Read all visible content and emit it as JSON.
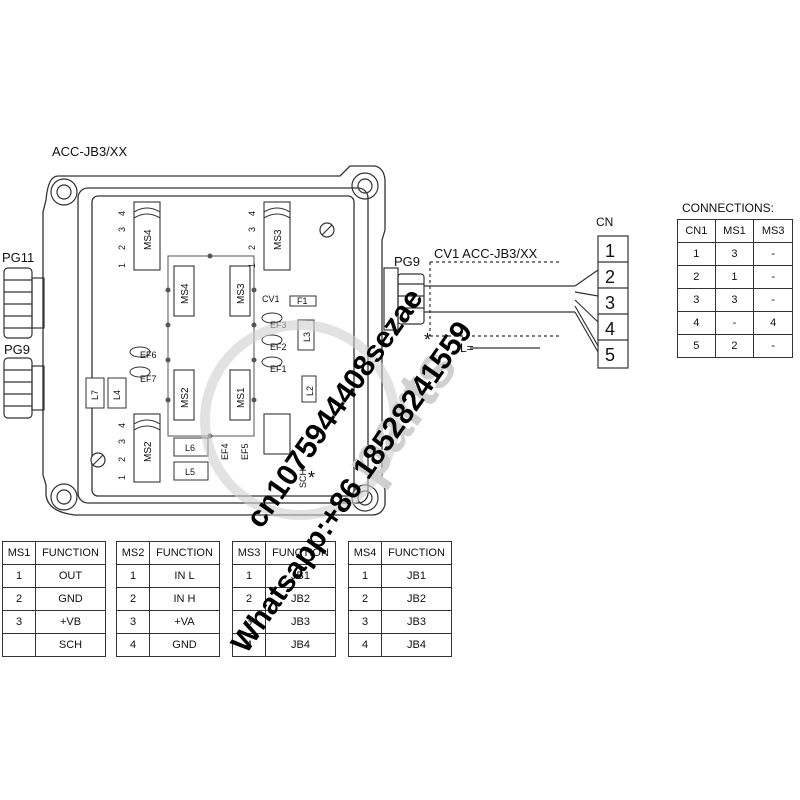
{
  "diagram": {
    "model": "ACC-JB3/XX",
    "glands": {
      "left_top": "PG11",
      "left_bottom": "PG9",
      "right": "PG9"
    },
    "cable": {
      "name": "CV1 ACC-JB3/XX",
      "length": "L=",
      "connector_label": "CN",
      "pins": [
        "1",
        "2",
        "3",
        "4",
        "5"
      ]
    },
    "board": {
      "connectors": {
        "ms4": "MS4",
        "ms3": "MS3",
        "ms2": "MS2",
        "ms1": "MS1"
      },
      "pin_numbers": [
        "1",
        "2",
        "3",
        "4"
      ],
      "components": {
        "cv1": "CV1",
        "f1": "F1",
        "l3": "L3",
        "ef1": "EF1",
        "ef2": "EF2",
        "ef3": "EF3",
        "ef4": "EF4",
        "ef5": "EF5",
        "ef6": "EF6",
        "ef7": "EF7",
        "l2": "L2",
        "l4": "L4",
        "l5": "L5",
        "l6": "L6",
        "l7": "L7",
        "sch": "SCH"
      }
    }
  },
  "connections_table": {
    "title": "CONNECTIONS:",
    "headers": [
      "CN1",
      "MS1",
      "MS3"
    ],
    "rows": [
      [
        "1",
        "3",
        "-"
      ],
      [
        "2",
        "1",
        "-"
      ],
      [
        "3",
        "3",
        "-"
      ],
      [
        "4",
        "-",
        "4"
      ],
      [
        "5",
        "2",
        "-"
      ]
    ]
  },
  "function_tables": [
    {
      "headers": [
        "MS1",
        "FUNCTION"
      ],
      "rows": [
        [
          "1",
          "OUT"
        ],
        [
          "2",
          "GND"
        ],
        [
          "3",
          "+VB"
        ],
        [
          "",
          "SCH"
        ]
      ]
    },
    {
      "headers": [
        "MS2",
        "FUNCTION"
      ],
      "rows": [
        [
          "1",
          "IN L"
        ],
        [
          "2",
          "IN H"
        ],
        [
          "3",
          "+VA"
        ],
        [
          "4",
          "GND"
        ]
      ]
    },
    {
      "headers": [
        "MS3",
        "FUNCTION"
      ],
      "rows": [
        [
          "1",
          "JB1"
        ],
        [
          "2",
          "JB2"
        ],
        [
          "3",
          "JB3"
        ],
        [
          "4",
          "JB4"
        ]
      ]
    },
    {
      "headers": [
        "MS4",
        "FUNCTION"
      ],
      "rows": [
        [
          "1",
          "JB1"
        ],
        [
          "2",
          "JB2"
        ],
        [
          "3",
          "JB3"
        ],
        [
          "4",
          "JB4"
        ]
      ]
    }
  ],
  "watermarks": {
    "line1": "cn1075944408sezae",
    "line2": "Whatsapp:+86 18528241559",
    "brand": "parts"
  },
  "colors": {
    "line": "#333333",
    "watermark": "#000000",
    "background": "#ffffff"
  }
}
